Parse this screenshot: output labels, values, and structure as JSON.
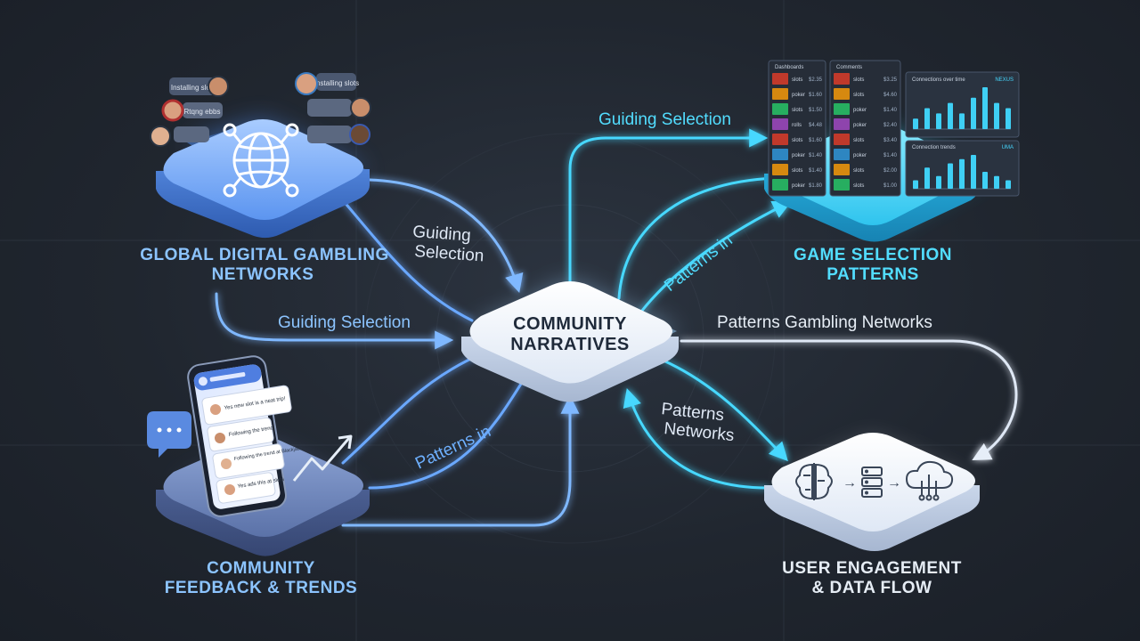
{
  "nodes": {
    "center": {
      "lines": [
        "COMMUNITY",
        "NARRATIVES"
      ]
    },
    "global": {
      "lines": [
        "GLOBAL DIGITAL GAMBLING",
        "NETWORKS"
      ]
    },
    "game": {
      "lines": [
        "GAME SELECTION",
        "PATTERNS"
      ]
    },
    "feedback": {
      "lines": [
        "COMMUNITY",
        "FEEDBACK & TRENDS"
      ]
    },
    "engagement": {
      "lines": [
        "USER ENGAGEMENT",
        "& DATA FLOW"
      ]
    }
  },
  "flow_labels": {
    "guiding_top": "Guiding Selection",
    "guiding_upper_left_1": "Guiding",
    "guiding_upper_left_2": "Selection",
    "guiding_mid": "Guiding Selection",
    "patterns_upper_right": "Patterns in",
    "patterns_gambling": "Patterns Gambling Networks",
    "patterns_lower_left": "Patterns in",
    "patterns_networks_1": "Patterns",
    "patterns_networks_2": "Networks"
  },
  "chat_bubbles": {
    "left_1": "Installing slots",
    "left_2": "Rtqng ebbs",
    "right_1": "Installing slots"
  },
  "phone_messages": [
    "Yes new slot is a neat trip!",
    "Following the trend",
    "Following the trend at Blackjack",
    "Yes ads this at slots"
  ],
  "game_lists": {
    "header_1": "Dashboards",
    "header_2": "Comments",
    "rows_1": [
      "slots",
      "poker",
      "slots",
      "rolls",
      "slots",
      "poker",
      "slots",
      "poker"
    ],
    "values_1": [
      "$2.35",
      "$1.60",
      "$1.50",
      "$4.48",
      "$1.60",
      "$1.40",
      "$1.40",
      "$1.80"
    ],
    "rows_2": [
      "slots",
      "slots",
      "poker",
      "poker",
      "slots",
      "poker",
      "slots",
      "slots"
    ],
    "values_2": [
      "$3.25",
      "$4.60",
      "$1.40",
      "$2.40",
      "$3.40",
      "$1.40",
      "$2.00",
      "$1.00"
    ]
  },
  "mini_charts": {
    "chart_1_title": "Connections over time",
    "chart_1_badge": "NEXUS",
    "chart_1_values": [
      2,
      4,
      3,
      5,
      3,
      6,
      8,
      5,
      4
    ],
    "chart_2_title": "Connection trends",
    "chart_2_badge": "UMA",
    "chart_2_values": [
      2,
      5,
      3,
      6,
      7,
      8,
      4,
      3,
      2
    ]
  },
  "colors": {
    "accent_blue": "#6eb0ff",
    "accent_cyan": "#35d4f5",
    "label_blue": "#8cc4ff",
    "label_cyan": "#52ddff",
    "label_white": "#e6edf5"
  }
}
